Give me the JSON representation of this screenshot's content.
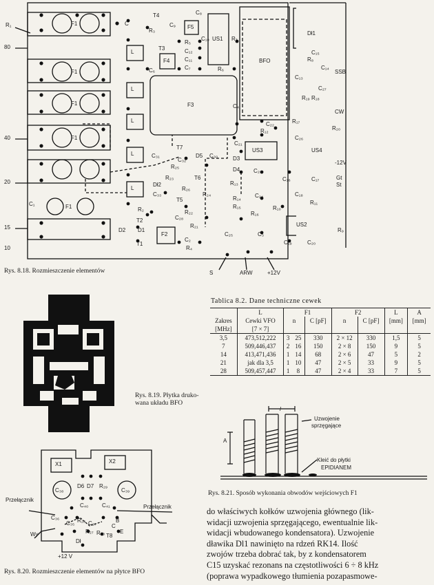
{
  "fig818": {
    "caption": "Rys. 8.18. Rozmieszczenie elementów",
    "left_labels": [
      "R₁",
      "80",
      "40",
      "20",
      "15",
      "10"
    ],
    "f1_labels": [
      "F1",
      "F1",
      "F1",
      "F1",
      "F1"
    ],
    "components": {
      "T4": "T4",
      "C8": "C₈",
      "F5": "F5",
      "R3": "R₃",
      "C9": "C₉",
      "R5": "R₅",
      "C10": "C₁₀",
      "T3": "T3",
      "C12": "C₁₂",
      "F4": "F4",
      "C11": "C₁₁",
      "C7": "C₇",
      "C6": "C₆",
      "R6": "R₆",
      "US1": "US1",
      "R7": "R₇",
      "BFO": "BFO",
      "Dl1": "Dł1",
      "C15": "C₁₅",
      "R8": "R₈",
      "C14": "C₁₄",
      "SSB": "SSB",
      "C13": "C₁₃",
      "C27": "C₂₇",
      "R19": "R₁₉",
      "R18": "R₁₈",
      "CW": "CW",
      "R17": "R₁₇",
      "R20": "R₂₀",
      "F3": "F3",
      "C4": "C₄",
      "C22": "C₂₂",
      "R12": "R₁₂",
      "C21": "C₂₁",
      "US3": "US3",
      "C26": "C₂₆",
      "US4": "US4",
      "m12V": "-12V",
      "T7": "T7",
      "C31": "C₃₁",
      "C32": "C₃₂",
      "R25": "R₂₅",
      "D5": "D5",
      "C30": "C₃₀",
      "D3": "D3",
      "D4": "D4",
      "C23": "C₂₃",
      "C16": "C₁₆",
      "C17": "C₁₇",
      "Gt": "Gt",
      "St": "St",
      "R23": "R₂₃",
      "Dl2": "Dł2",
      "T6": "T6",
      "R26": "R₂₆",
      "R24": "R₂₄",
      "R13": "R₁₃",
      "C24": "C₂₄",
      "C18": "C₁₈",
      "R11": "R₁₁",
      "C33": "C₃₃",
      "T5": "T5",
      "R14": "R₁₄",
      "R15": "R₁₅",
      "R2": "R₂",
      "R22": "R₂₂",
      "R16": "R₁₆",
      "R10": "R₁₀",
      "US2": "US2",
      "C28": "C₂₈",
      "R21": "R₂₁",
      "D1": "D1",
      "D2": "D2",
      "T2": "T2",
      "T1": "T1",
      "F2": "F2",
      "C3": "C₃",
      "R9": "R₉",
      "C2": "C₂",
      "C5": "C₅",
      "R4": "R₄",
      "C25": "C₂₅",
      "C19": "C₁₉",
      "C20": "C₂₀",
      "C1": "C₁",
      "L": "L",
      "C": "C"
    },
    "bottom_labels": [
      "S",
      "ARW",
      "+12V"
    ]
  },
  "fig819": {
    "caption_line1": "Rys. 8.19. Płytka druko-",
    "caption_line2": "wana układu BFO"
  },
  "fig820": {
    "caption": "Rys. 8.20. Rozmieszczenie elementów na płytce BFO",
    "labels": {
      "X1": "X1",
      "X2": "X2",
      "C38": "C₃₈",
      "D6": "D6",
      "D7": "D7",
      "R29": "R₂₉",
      "C39": "C₃₉",
      "przel_left": "Przełącznik",
      "przel_right": "Przełącznik",
      "C40": "C₄₀",
      "C41": "C₄₁",
      "C36": "C₃₆",
      "C35": "C₃₅",
      "R28": "R₂₈",
      "C37": "C₃₇",
      "R27": "R₂₇",
      "B": "B",
      "E": "E",
      "C": "C",
      "T8": "T8",
      "R30": "R₃₀",
      "Dl": "Dł",
      "wy": "Wy",
      "p12V": "+12 V"
    }
  },
  "table82": {
    "title": "Tablica 8.2. Dane techniczne cewek",
    "head": {
      "zakres": "Zakres",
      "mhz": "[MHz]",
      "L": "L",
      "cewki": "Cewki VFO",
      "size": "[7 × 7]",
      "F1": "F1",
      "F2": "F2",
      "L_col": "L",
      "A_col": "A",
      "n": "n",
      "C_pf": "C [pF]",
      "n2": "n",
      "C_pf2": "C [pF]",
      "mm": "[mm]",
      "mm2": "[mm]"
    },
    "rows": [
      [
        "3,5",
        "473,512,222",
        "3",
        "25",
        "330",
        "2 × 12",
        "330",
        "1,5",
        "5"
      ],
      [
        "7",
        "509,446,437",
        "2",
        "16",
        "150",
        "2 × 8",
        "150",
        "9",
        "5"
      ],
      [
        "14",
        "413,471,436",
        "1",
        "14",
        "68",
        "2 × 6",
        "47",
        "5",
        "2"
      ],
      [
        "21",
        "jak dla 3,5",
        "1",
        "10",
        "47",
        "2 × 5",
        "33",
        "9",
        "5"
      ],
      [
        "28",
        "509,457,447",
        "1",
        "8",
        "47",
        "2 × 4",
        "33",
        "7",
        "5"
      ]
    ]
  },
  "fig821": {
    "caption": "Rys. 8.21. Sposób wykonania obwodów wejściowych F1",
    "label_l": "l",
    "uzw_line1": "Uzwojenie",
    "uzw_line2": "sprzęgające",
    "label_a": "A",
    "klej_line1": "Klеić do płytki",
    "klej_line2": "EPIDIANEM"
  },
  "body": {
    "lines": [
      "do właściwych kołków uzwojenia głównego (lik-",
      "widacji uzwojenia sprzęgającego, ewentualnie lik-",
      "widacji wbudowanego kondensatora). Uzwojenie",
      "dławika Dl1 nawinięto na rdzeń RK14. Ilość",
      "zwojów trzeba dobrać tak, by z kondensatorem",
      "C15 uzyskać rezonans na częstotliwości 6 ÷ 8 kHz",
      "(poprawa wypadkowego tłumienia pozapasmowe-"
    ]
  }
}
